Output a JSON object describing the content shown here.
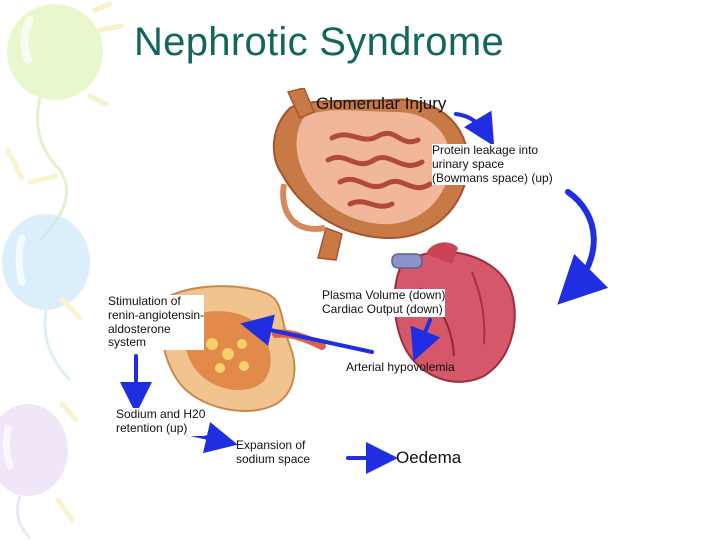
{
  "slide": {
    "title": "Nephrotic Syndrome"
  },
  "diagram": {
    "labels": {
      "glomerular_injury": "Glomerular Injury",
      "protein_leakage": "Protein leakage into\nurinary space\n(Bowmans space) (up)",
      "plasma_volume": "Plasma Volume (down)\nCardiac Output (down)",
      "arterial_hypovolemia": "Arterial hypovolemia",
      "raas": "Stimulation of\nrenin-angiotensin-\naldosterone\nsystem",
      "sodium_retention": "Sodium and H20\nretention (up)",
      "expansion": "Expansion of\nsodium space",
      "oedema": "Oedema"
    },
    "colors": {
      "arrow": "#1e2ee0",
      "title": "#12665e",
      "organ": "#d9604a",
      "heart": "#c8475a"
    }
  }
}
